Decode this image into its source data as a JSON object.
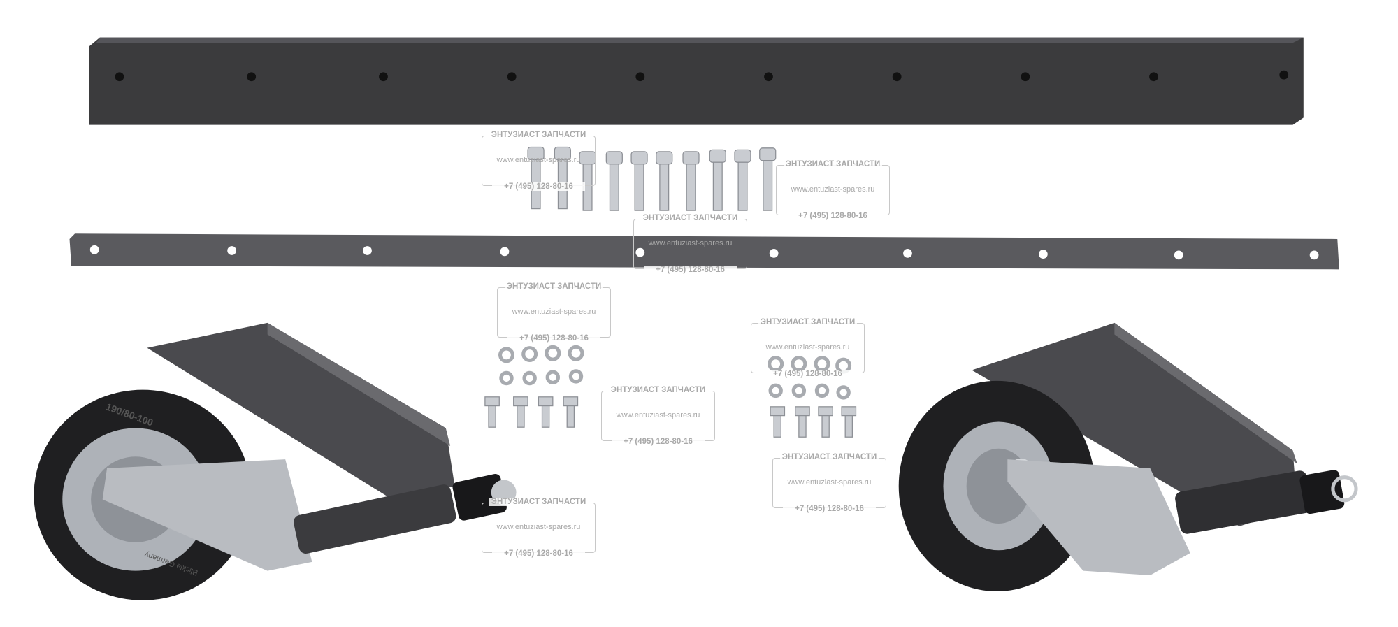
{
  "watermark": {
    "company": "ЭНТУЗИАСТ ЗАПЧАСТИ",
    "url": "www.entuziast-spares.ru",
    "phone": "+7 (495) 128-80-16"
  },
  "tire_marking": "190/80-100",
  "tire_brand": "Blickle Germany"
}
